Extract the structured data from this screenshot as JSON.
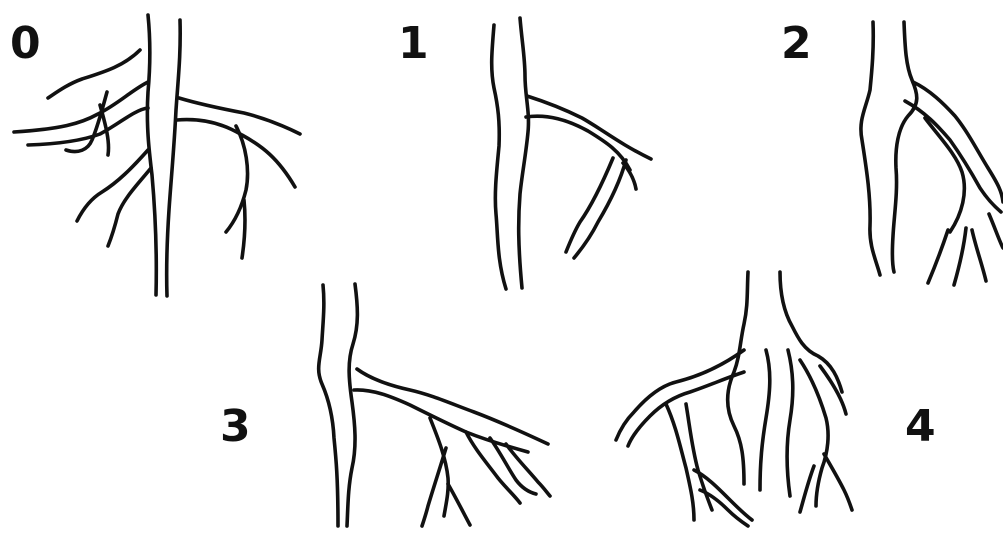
{
  "panels": [
    {
      "label": "0"
    },
    {
      "label": "1"
    },
    {
      "label": "2"
    },
    {
      "label": "3"
    },
    {
      "label": "4"
    }
  ]
}
